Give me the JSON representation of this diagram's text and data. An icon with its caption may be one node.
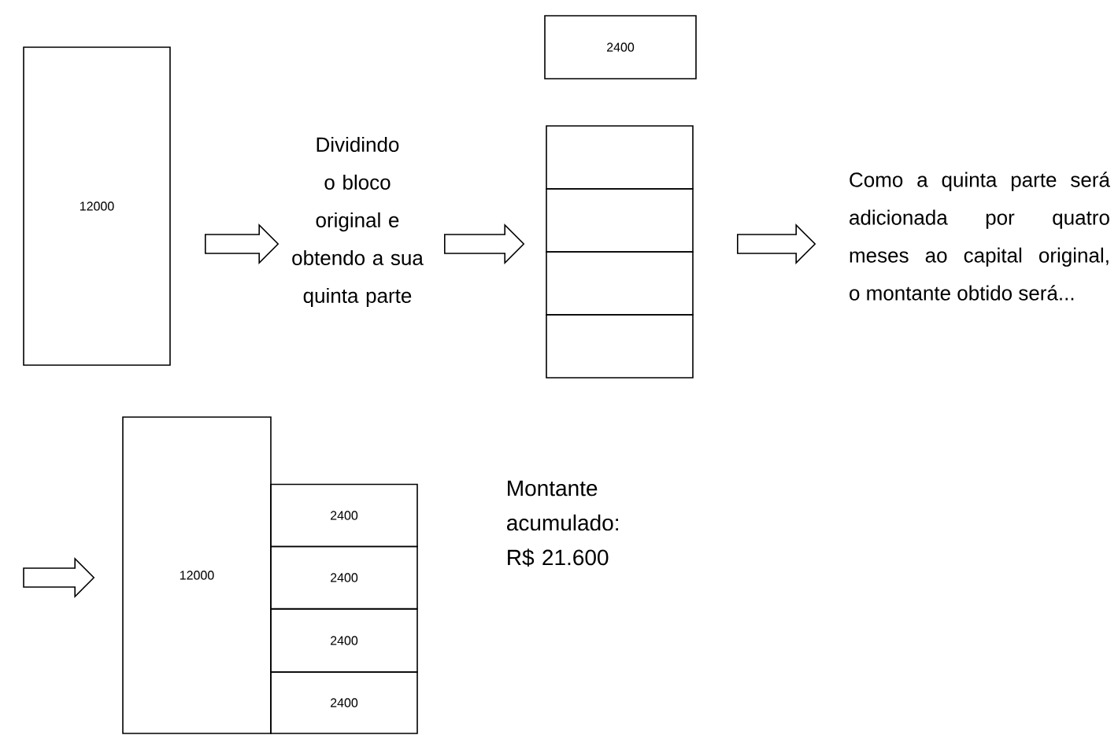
{
  "diagram": {
    "nodes": [
      {
        "text": [
          "12000"
        ]
      },
      {
        "text": [
          "Dividindo o bloco original e obtendo a sua quinta parte"
        ]
      },
      {
        "text": [
          "2400"
        ]
      },
      {
        "text": [],
        "shape": "box"
      },
      {
        "text": [],
        "shape": "box"
      },
      {
        "text": [],
        "shape": "box"
      },
      {
        "text": [],
        "shape": "box"
      },
      {
        "text": [
          "Como a quinta parte será adicionada por quatro meses ao capital original, o montante obtido será..."
        ]
      },
      {
        "text": [
          "12000"
        ]
      },
      {
        "text": [
          "2400"
        ]
      },
      {
        "text": [
          "2400"
        ]
      },
      {
        "text": [
          "2400"
        ]
      },
      {
        "text": [
          "2400"
        ]
      },
      {
        "text": [
          "Montante acumulado: R$ 21.600"
        ]
      }
    ],
    "edges": [
      {
        "from": 0,
        "to": 1,
        "arrow": "to"
      },
      {
        "from": 1,
        "to": 4,
        "arrow": "to"
      },
      {
        "from": 4,
        "to": 7,
        "arrow": "to"
      },
      {
        "from": null,
        "to": 8,
        "arrow": "to"
      }
    ]
  }
}
